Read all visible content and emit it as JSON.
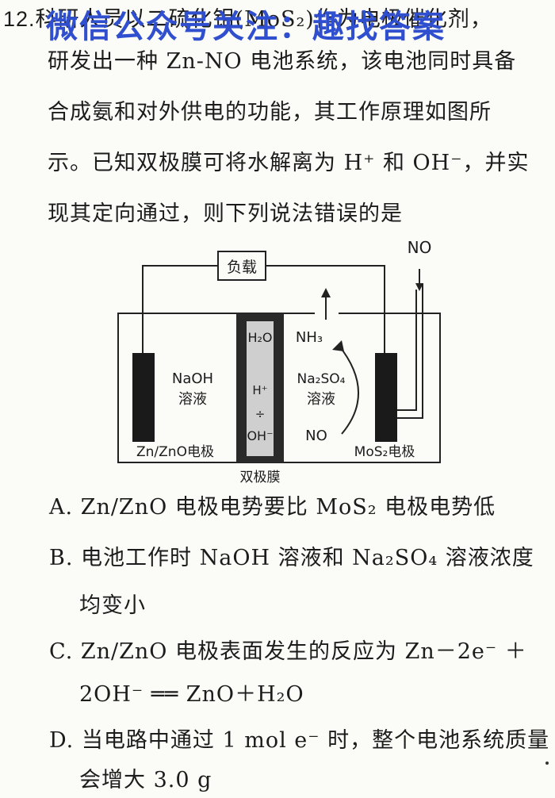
{
  "question": {
    "number": "12.",
    "lines": [
      "科研人员以二硫化钼(MoS₂)作为电极催化剂，",
      "研发出一种 Zn-NO 电池系统，该电池同时具备",
      "合成氨和对外供电的功能，其工作原理如图所",
      "示。已知双极膜可将水解离为 H⁺ 和 OH⁻，并实",
      "现其定向通过，则下列说法错误的是"
    ]
  },
  "watermark": "微信公众号关注：趣找答案",
  "diagram": {
    "load_label": "负载",
    "no_input": "NO",
    "left_solution": [
      "NaOH",
      "溶液"
    ],
    "left_electrode": "Zn/ZnO电极",
    "membrane_labels": [
      "H₂O",
      "H⁺",
      "÷",
      "OH⁻"
    ],
    "membrane_name": "双极膜",
    "nh3": "NH₃",
    "right_solution": [
      "Na₂SO₄",
      "溶液"
    ],
    "no_inside": "NO",
    "right_electrode": "MoS₂电极"
  },
  "options": [
    {
      "letter": "A.",
      "lines": [
        "Zn/ZnO 电极电势要比 MoS₂ 电极电势低"
      ]
    },
    {
      "letter": "B.",
      "lines": [
        "电池工作时 NaOH 溶液和 Na₂SO₄ 溶液浓度",
        "均变小"
      ]
    },
    {
      "letter": "C.",
      "lines": [
        "Zn/ZnO 电极表面发生的反应为 Zn－2e⁻ ＋",
        "2OH⁻ ══ ZnO＋H₂O"
      ]
    },
    {
      "letter": "D.",
      "lines": [
        "当电路中通过 1 mol e⁻ 时，整个电池系统质量",
        "会增大 3.0 g"
      ]
    }
  ]
}
